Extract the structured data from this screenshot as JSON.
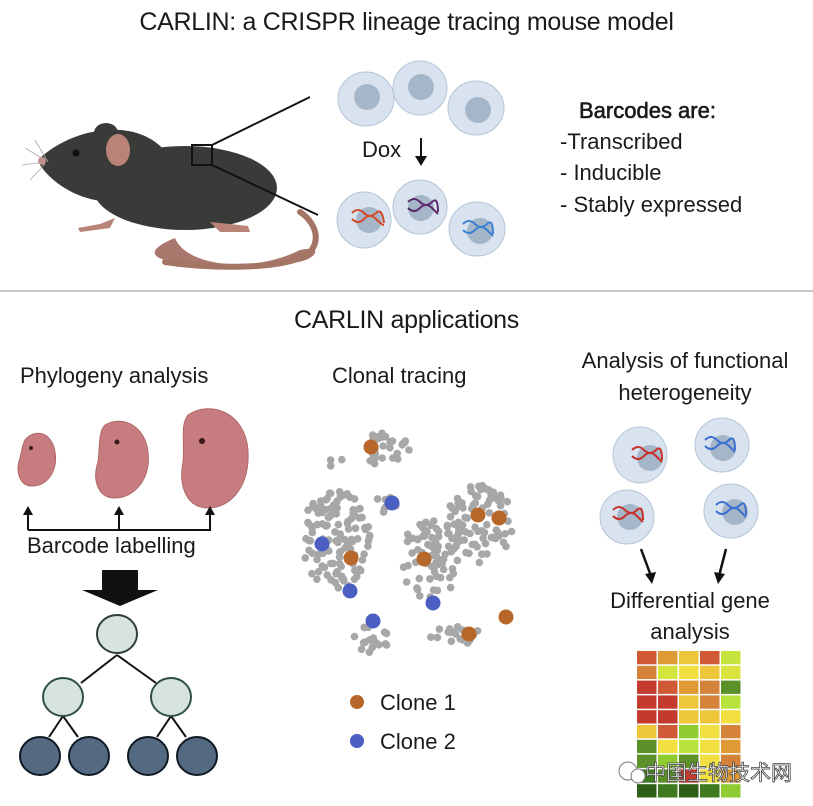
{
  "top": {
    "title": "CARLIN: a CRISPR lineage tracing mouse model",
    "dox_label": "Dox",
    "barcodes": {
      "heading": "Barcodes are:",
      "items": [
        "-Transcribed",
        "- Inducible",
        "- Stably expressed"
      ]
    }
  },
  "bottom": {
    "title": "CARLIN applications",
    "phylogeny": {
      "heading": "Phylogeny analysis",
      "label": "Barcode labelling",
      "tree": {
        "levels": [
          1,
          2,
          4
        ]
      }
    },
    "clonal": {
      "heading": "Clonal tracing",
      "legend": [
        {
          "label": "Clone 1",
          "color": "#b8672a"
        },
        {
          "label": "Clone 2",
          "color": "#4a5fc1"
        }
      ]
    },
    "functional": {
      "heading_line1": "Analysis of functional",
      "heading_line2": "heterogeneity",
      "result_line1": "Differential gene",
      "result_line2": "analysis",
      "heatmap": [
        [
          "#cf5a35",
          "#e09a35",
          "#edc63a",
          "#cf5a35",
          "#c5e43d"
        ],
        [
          "#d5823a",
          "#d4e63e",
          "#f2e040",
          "#edc63a",
          "#dbe43f"
        ],
        [
          "#c33a2e",
          "#cf5a35",
          "#e09a35",
          "#d5823a",
          "#5b9128"
        ],
        [
          "#c33a2e",
          "#c33a2e",
          "#edc63a",
          "#d5823a",
          "#b8e23c"
        ],
        [
          "#c33a2e",
          "#c33a2e",
          "#edc63a",
          "#edc63a",
          "#f2e040"
        ],
        [
          "#edc63a",
          "#cf5a35",
          "#8fcc32",
          "#f2e040",
          "#d5823a"
        ],
        [
          "#5b9128",
          "#f2e040",
          "#b8e23c",
          "#f2e040",
          "#e09a35"
        ],
        [
          "#5b9128",
          "#8fcc32",
          "#5b9128",
          "#f2e040",
          "#d5823a"
        ],
        [
          "#3f7a1f",
          "#5b9128",
          "#c33a2e",
          "#f2e040",
          "#e09a35"
        ],
        [
          "#2f5f16",
          "#3f7a1f",
          "#2f5f16",
          "#3f7a1f",
          "#8fcc32"
        ]
      ]
    }
  },
  "watermark": "中国生物技术网"
}
